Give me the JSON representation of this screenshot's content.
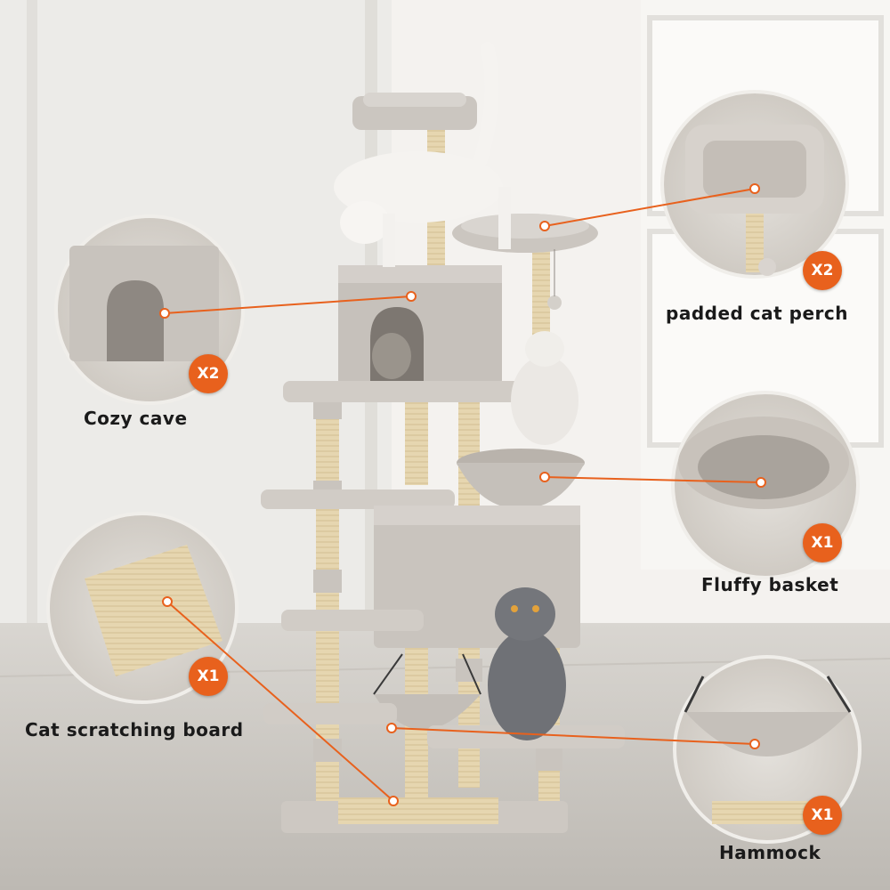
{
  "features": [
    {
      "id": "perch",
      "label": "padded cat perch",
      "qty": "X2"
    },
    {
      "id": "cave",
      "label": "Cozy cave",
      "qty": "X2"
    },
    {
      "id": "basket",
      "label": "Fluffy basket",
      "qty": "X1"
    },
    {
      "id": "board",
      "label": "Cat scratching board",
      "qty": "X1"
    },
    {
      "id": "hammock",
      "label": "Hammock",
      "qty": "X1"
    }
  ],
  "colors": {
    "accent": "#e8611d",
    "plush": "#c9c4be",
    "sisal": "#e6d6b0",
    "wall": "#f3f1ee"
  }
}
